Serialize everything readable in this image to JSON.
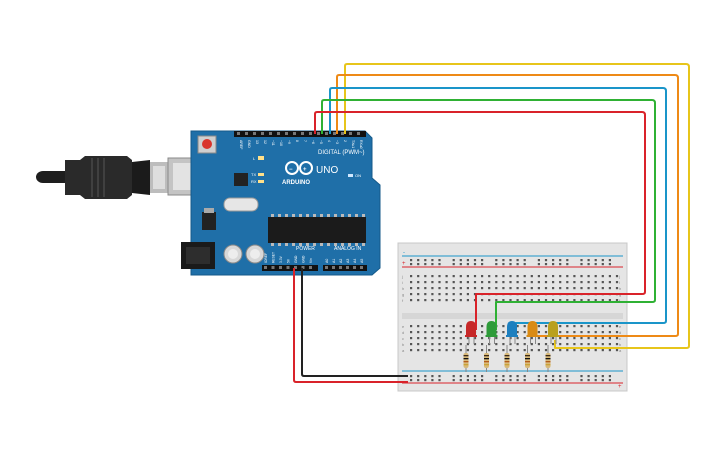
{
  "board": {
    "brand": "ARDUINO",
    "model": "UNO",
    "digital_label": "DIGITAL (PWM~)",
    "analog_label": "ANALOG IN",
    "power_label": "POWER",
    "on_label": "ON",
    "led_l": "L",
    "led_tx": "TX",
    "led_rx": "RX",
    "digital_pins": [
      "AREF",
      "GND",
      "13",
      "12",
      "~11",
      "~10",
      "~9",
      "8",
      "7",
      "~6",
      "~5",
      "4",
      "~3",
      "2",
      "TX▸1",
      "RX◂0"
    ],
    "power_pins": [
      "IOREF",
      "RESET",
      "3.3V",
      "5V",
      "GND",
      "GND",
      "Vin"
    ],
    "analog_pins": [
      "A0",
      "A1",
      "A2",
      "A3",
      "A4",
      "A5"
    ]
  },
  "breadboard": {
    "rail_plus": "+",
    "rail_minus": "-",
    "row_letters_top": [
      "j",
      "i",
      "h",
      "g",
      "f"
    ],
    "row_letters_bottom": [
      "e",
      "d",
      "c",
      "b",
      "a"
    ]
  },
  "colors": {
    "board": "#1f6fa8",
    "wire_red": "#d9232a",
    "wire_green": "#2fb134",
    "wire_blue": "#1a95c9",
    "wire_orange": "#ee8a16",
    "wire_yellow": "#e7c51b",
    "wire_black": "#222222",
    "led_red": "#c62828",
    "led_green": "#2e9b39",
    "led_blue": "#1d7fbf",
    "led_orange": "#d98a13",
    "led_yellow": "#b9a01f"
  },
  "leds": [
    {
      "color": "red"
    },
    {
      "color": "green"
    },
    {
      "color": "blue"
    },
    {
      "color": "orange"
    },
    {
      "color": "yellow"
    }
  ]
}
